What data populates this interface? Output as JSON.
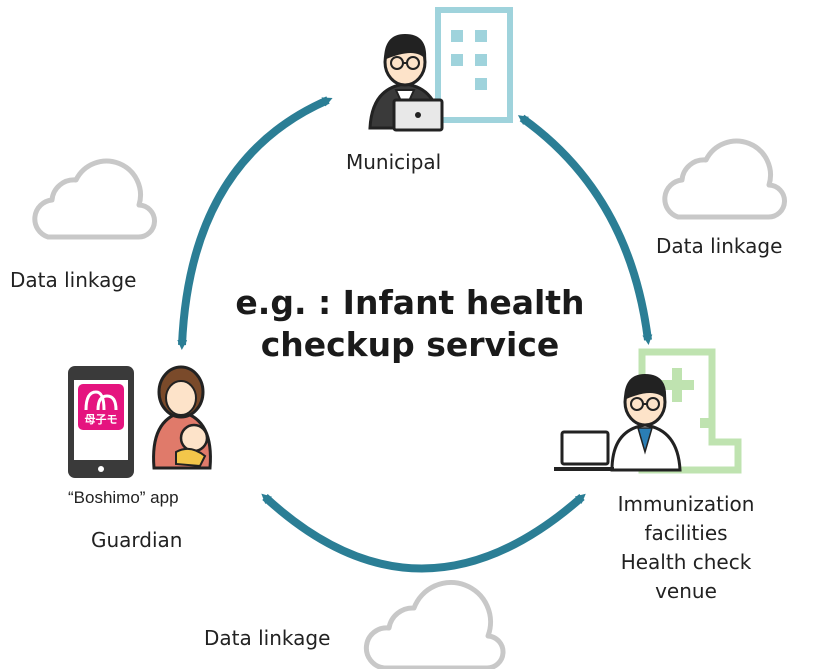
{
  "title": {
    "line1": "e.g. : Infant health",
    "line2": "checkup service"
  },
  "nodes": {
    "municipal": "Municipal",
    "guardian": "Guardian",
    "app": "“Boshimo” app",
    "app_logo_text": "母子モ",
    "venue_lines": [
      "Immunization",
      "facilities",
      "Health check",
      "venue"
    ]
  },
  "links": {
    "left": "Data linkage",
    "right": "Data linkage",
    "bottom": "Data linkage"
  },
  "colors": {
    "arrow": "#2b7e95",
    "cloud": "#c8c8c8",
    "building_blue": "#9fd3dc",
    "hospital_green": "#bfe3b0",
    "app_pink": "#e5147f"
  }
}
